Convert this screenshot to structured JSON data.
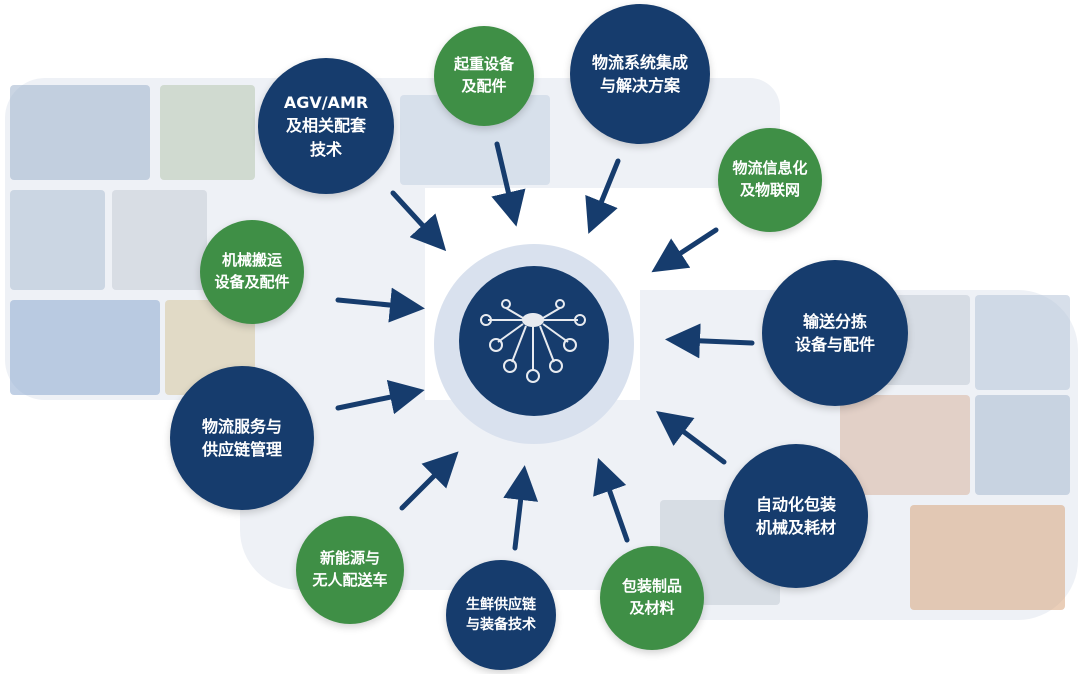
{
  "center": {
    "icon": "network-hub-icon"
  },
  "categories": [
    {
      "id": "agv",
      "label": "AGV/AMR\n及相关配套\n技术",
      "color": "navy"
    },
    {
      "id": "lifting",
      "label": "起重设备\n及配件",
      "color": "green"
    },
    {
      "id": "integration",
      "label": "物流系统集成\n与解决方案",
      "color": "navy"
    },
    {
      "id": "iot",
      "label": "物流信息化\n及物联网",
      "color": "green"
    },
    {
      "id": "handling",
      "label": "机械搬运\n设备及配件",
      "color": "green"
    },
    {
      "id": "conveying",
      "label": "输送分拣\n设备与配件",
      "color": "navy"
    },
    {
      "id": "service",
      "label": "物流服务与\n供应链管理",
      "color": "navy"
    },
    {
      "id": "packaging-machine",
      "label": "自动化包装\n机械及耗材",
      "color": "navy"
    },
    {
      "id": "new-energy",
      "label": "新能源与\n无人配送车",
      "color": "green"
    },
    {
      "id": "cold-chain",
      "label": "生鲜供应链\n与装备技术",
      "color": "navy"
    },
    {
      "id": "packaging-products",
      "label": "包装制品\n及材料",
      "color": "green"
    }
  ],
  "colors": {
    "navy": "#163c6d",
    "green": "#3f8f46",
    "hub_ring": "#d9e1ee",
    "background_band": "#eef1f6"
  }
}
